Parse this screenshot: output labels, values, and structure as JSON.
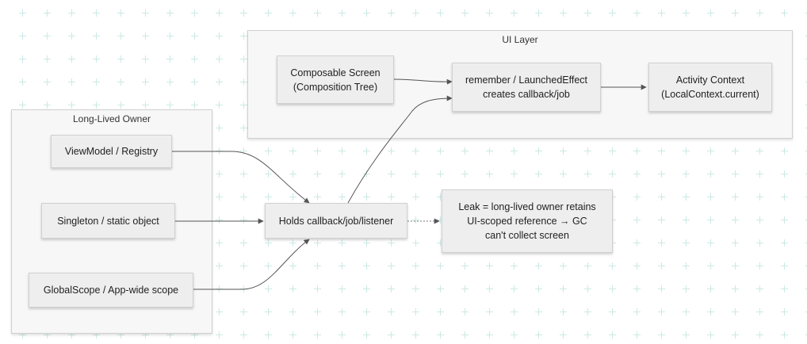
{
  "groups": {
    "ui_layer": "UI Layer",
    "long_lived_owner": "Long-Lived Owner"
  },
  "nodes": {
    "composable_screen": "Composable Screen\n(Composition Tree)",
    "remember_effect": "remember / LaunchedEffect\ncreates callback/job",
    "activity_context": "Activity Context\n(LocalContext.current)",
    "viewmodel_registry": "ViewModel / Registry",
    "singleton_static": "Singleton / static object",
    "globalscope": "GlobalScope / App-wide scope",
    "holds_callback": "Holds callback/job/listener",
    "leak_note": "Leak = long-lived owner retains\nUI-scoped reference → GC\ncan't collect screen"
  },
  "colors": {
    "grid_accent": "#cbe9e5",
    "edge": "#555555",
    "node_fill": "#eeeeee",
    "group_fill": "#f7f7f7"
  }
}
